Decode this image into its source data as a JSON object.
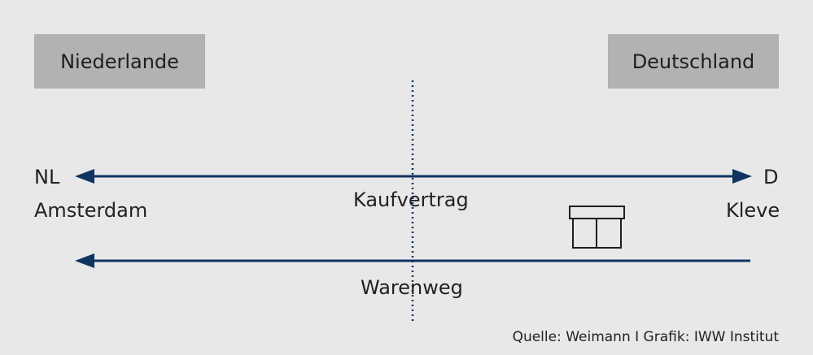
{
  "colors": {
    "background": "#e8e8e8",
    "country_box": "#b2b2b2",
    "arrow": "#0f3461",
    "text": "#222222"
  },
  "countries": {
    "left": {
      "name": "Niederlande",
      "code": "NL",
      "city": "Amsterdam"
    },
    "right": {
      "name": "Deutschland",
      "code": "D",
      "city": "Kleve"
    }
  },
  "flows": {
    "contract": {
      "label": "Kaufvertrag",
      "direction": "bidirectional"
    },
    "goods": {
      "label": "Warenweg",
      "direction": "right-to-left"
    }
  },
  "icons": {
    "goods": "package-box-icon"
  },
  "footer": {
    "source": "Quelle: Weimann I Grafik: IWW Institut"
  }
}
